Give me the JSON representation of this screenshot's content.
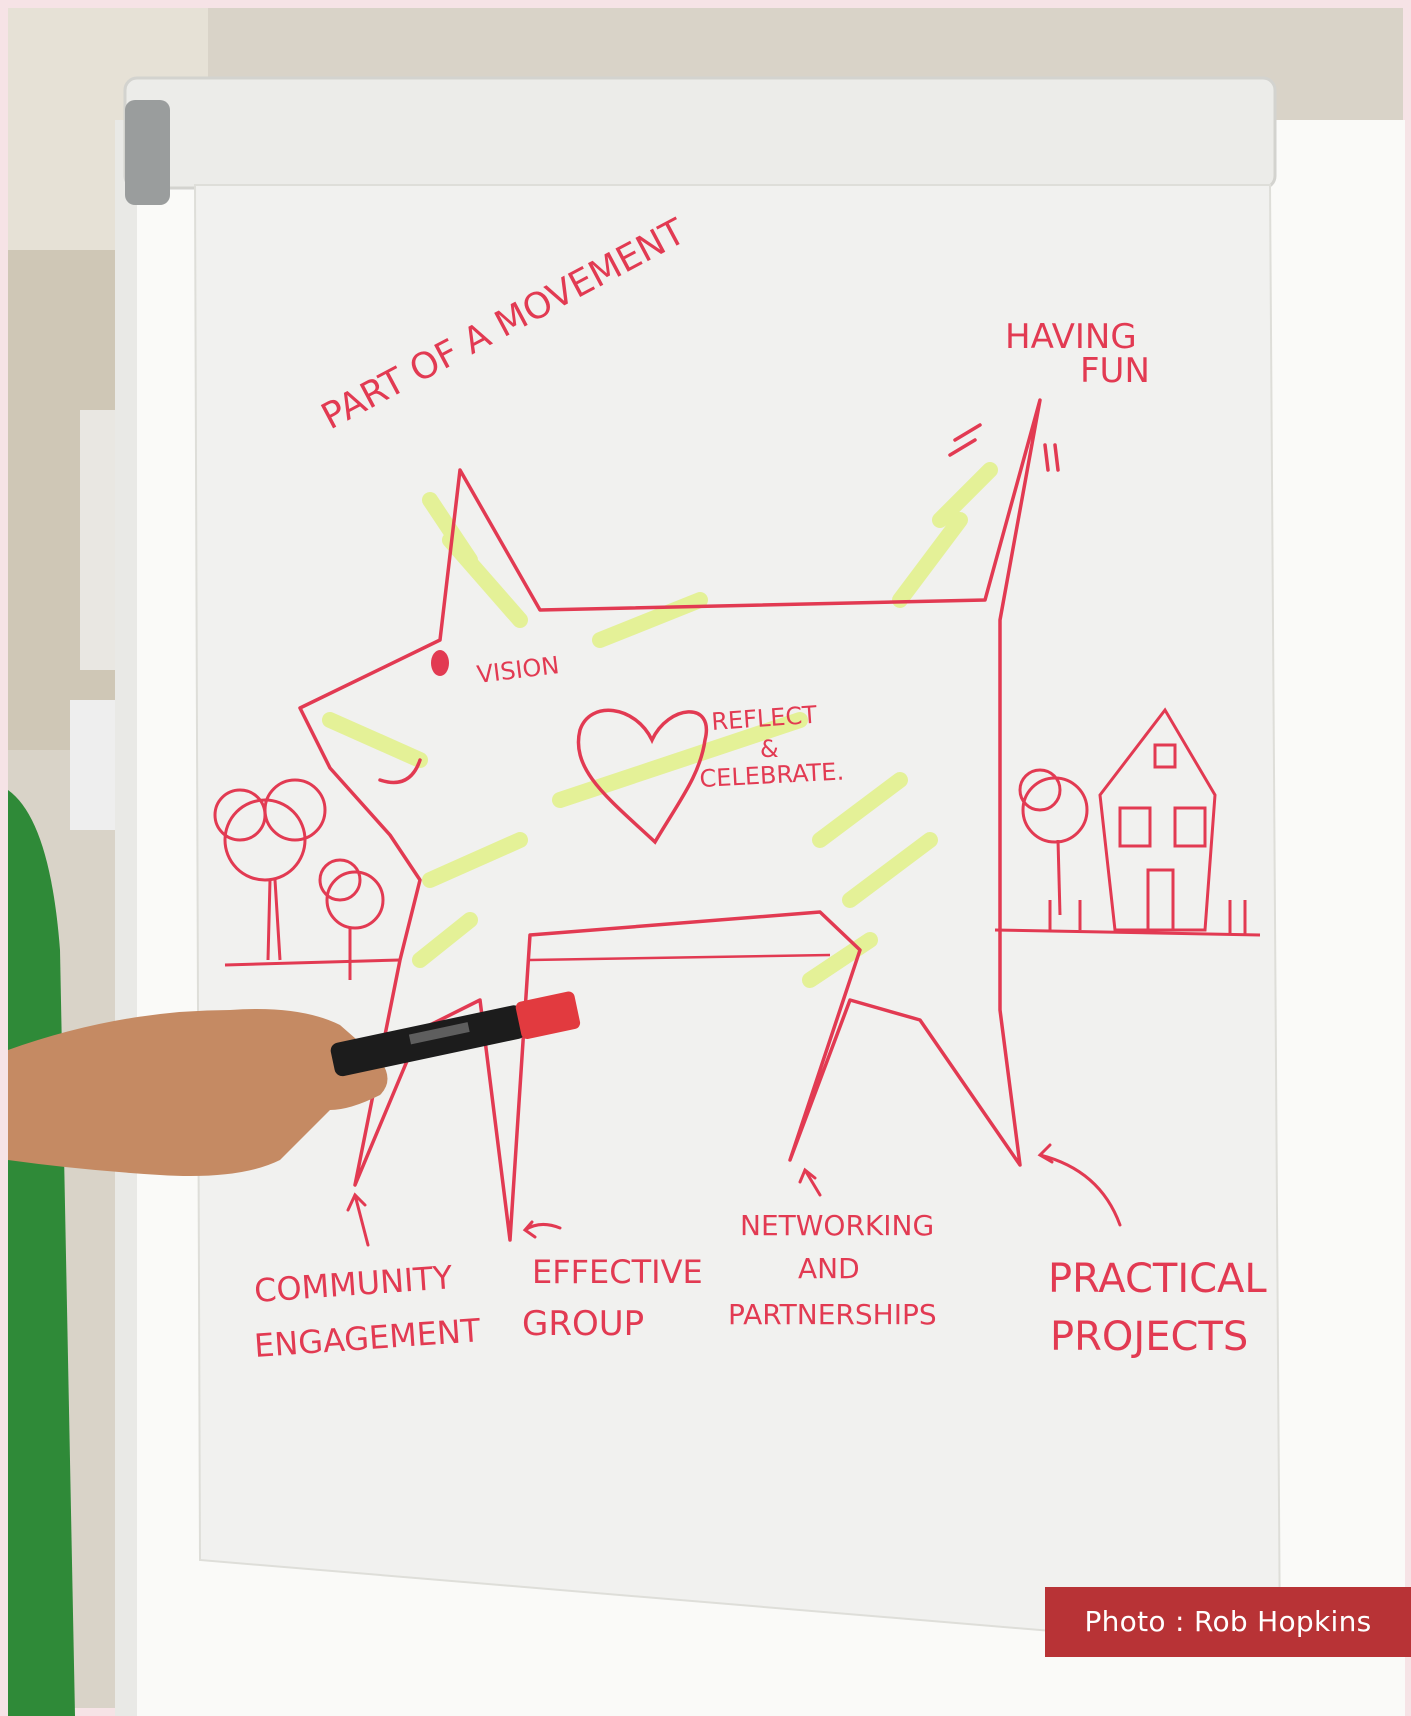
{
  "colors": {
    "ink": "#e23a52",
    "highlighter": "#dff07a",
    "paper": "#f1f1ef",
    "board_frame": "#fafaf8",
    "shirt": "#2f8a38",
    "credit_bg": "#b83336"
  },
  "flipchart": {
    "title_top": "PART OF A MOVEMENT",
    "having_fun": [
      "HAVING",
      "FUN"
    ],
    "vision": "VISION",
    "reflect": [
      "REFLECT",
      "&",
      "CELEBRATE."
    ],
    "legs": {
      "community": [
        "COMMUNITY",
        "ENGAGEMENT"
      ],
      "effective": [
        "EFFECTIVE",
        "GROUP"
      ],
      "networking": [
        "NETWORKING",
        "AND",
        "PARTNERSHIPS"
      ],
      "practical": [
        "PRACTICAL",
        "PROJECTS"
      ]
    }
  },
  "credit": "Photo : Rob Hopkins"
}
